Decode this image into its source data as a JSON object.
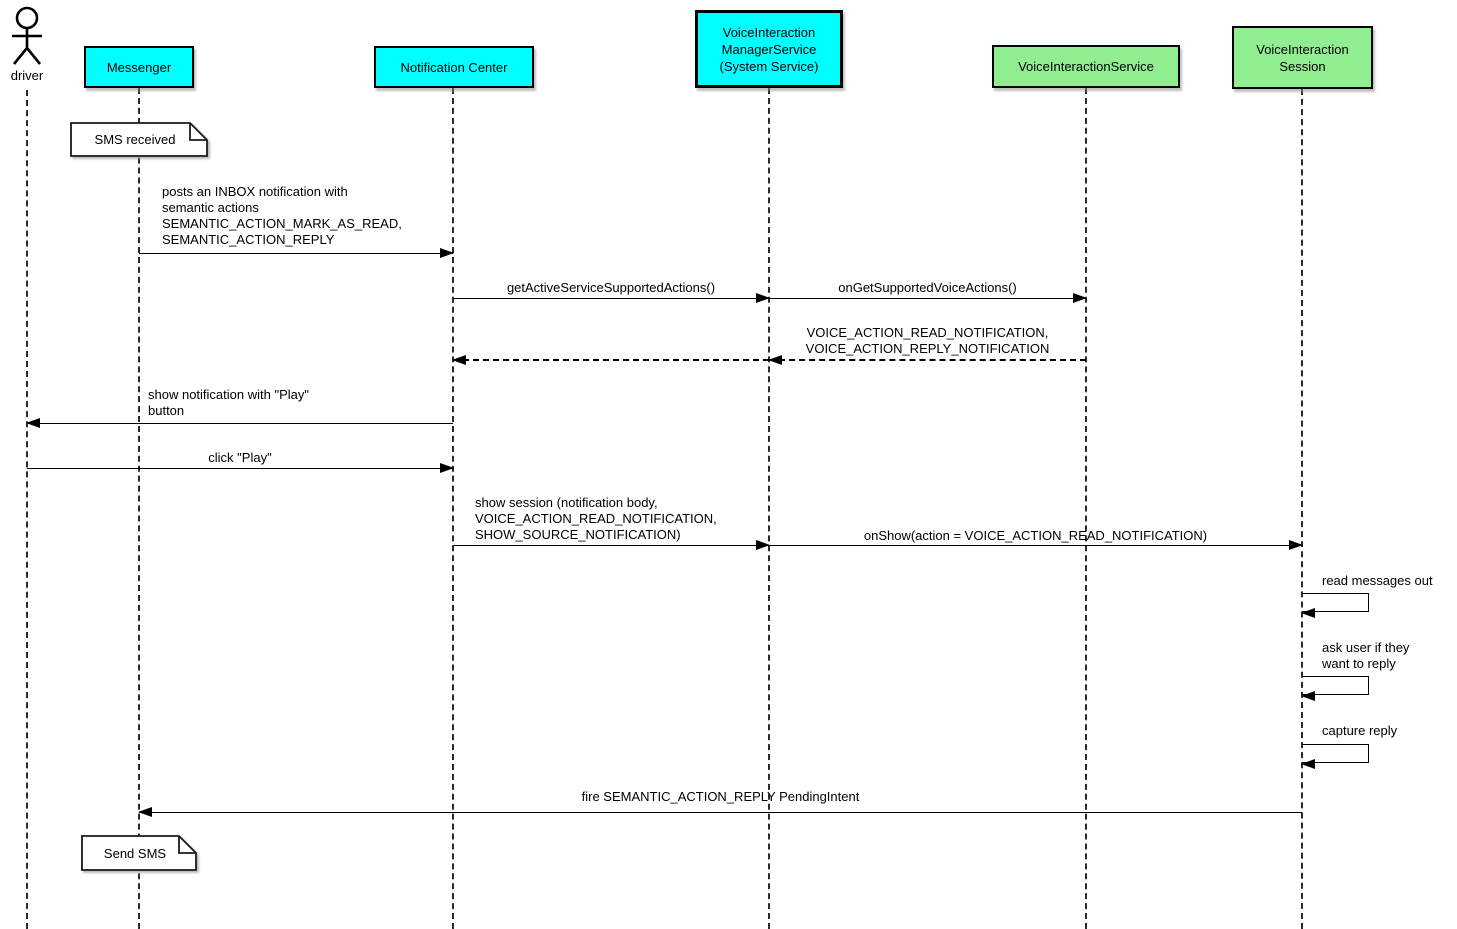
{
  "diagram": {
    "type": "uml-sequence-diagram",
    "actor": {
      "name": "driver"
    },
    "participants": [
      {
        "name": "Messenger",
        "fill": "#00FFFF"
      },
      {
        "name": "Notification Center",
        "fill": "#00FFFF"
      },
      {
        "name": "VoiceInteraction\nManagerService\n(System Service)",
        "fill": "#00FFFF"
      },
      {
        "name": "VoiceInteractionService",
        "fill": "#90EE90"
      },
      {
        "name": "VoiceInteraction\nSession",
        "fill": "#90EE90"
      }
    ],
    "notes": [
      {
        "text": "SMS received",
        "attached_to": "Messenger"
      },
      {
        "text": "Send SMS",
        "attached_to": "Messenger"
      }
    ],
    "messages": [
      {
        "from": "Messenger",
        "to": "Notification Center",
        "style": "solid",
        "text": "posts an INBOX notification with\nsemantic actions\nSEMANTIC_ACTION_MARK_AS_READ,\nSEMANTIC_ACTION_REPLY"
      },
      {
        "from": "Notification Center",
        "to": "VoiceInteractionManagerService",
        "style": "solid",
        "text": "getActiveServiceSupportedActions()"
      },
      {
        "from": "VoiceInteractionManagerService",
        "to": "VoiceInteractionService",
        "style": "solid",
        "text": "onGetSupportedVoiceActions()"
      },
      {
        "from": "VoiceInteractionService",
        "to": "VoiceInteractionManagerService",
        "style": "dashed-return",
        "text": "VOICE_ACTION_READ_NOTIFICATION,\nVOICE_ACTION_REPLY_NOTIFICATION"
      },
      {
        "from": "VoiceInteractionManagerService",
        "to": "Notification Center",
        "style": "dashed-return",
        "text": ""
      },
      {
        "from": "Notification Center",
        "to": "driver",
        "style": "solid",
        "text": "show notification with \"Play\"\nbutton"
      },
      {
        "from": "driver",
        "to": "Notification Center",
        "style": "solid",
        "text": "click \"Play\""
      },
      {
        "from": "Notification Center",
        "to": "VoiceInteractionManagerService",
        "style": "solid",
        "text": "show session (notification body,\nVOICE_ACTION_READ_NOTIFICATION,\nSHOW_SOURCE_NOTIFICATION)"
      },
      {
        "from": "VoiceInteractionManagerService",
        "to": "VoiceInteractionSession",
        "style": "solid",
        "text": "onShow(action = VOICE_ACTION_READ_NOTIFICATION)"
      },
      {
        "from": "VoiceInteractionSession",
        "to": "VoiceInteractionSession",
        "style": "self",
        "text": "read messages out"
      },
      {
        "from": "VoiceInteractionSession",
        "to": "VoiceInteractionSession",
        "style": "self",
        "text": "ask user if they\nwant to reply"
      },
      {
        "from": "VoiceInteractionSession",
        "to": "VoiceInteractionSession",
        "style": "self",
        "text": "capture reply"
      },
      {
        "from": "VoiceInteractionSession",
        "to": "Messenger",
        "style": "solid",
        "text": "fire SEMANTIC_ACTION_REPLY PendingIntent"
      }
    ],
    "colors": {
      "participant_cyan": "#00FFFF",
      "participant_green": "#90EE90",
      "line": "#000000",
      "background": "#FFFFFF"
    }
  }
}
